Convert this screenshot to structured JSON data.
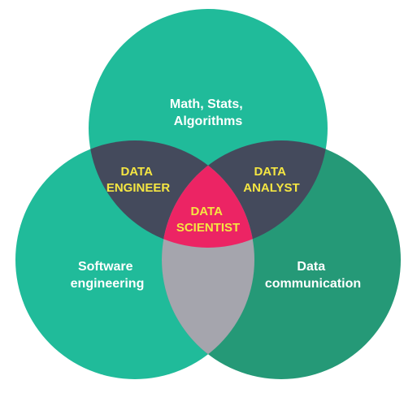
{
  "diagram": {
    "circles": {
      "top": {
        "label_lines": [
          "Math, Stats,",
          "Algorithms"
        ],
        "color": "#20bb9a"
      },
      "left": {
        "label_lines": [
          "Software",
          "engineering"
        ],
        "color": "#20bb9a"
      },
      "right": {
        "label_lines": [
          "Data",
          "communication"
        ],
        "color": "#259977"
      }
    },
    "overlaps": {
      "top_left": {
        "label_lines": [
          "DATA",
          "ENGINEER"
        ],
        "color": "#444a5c"
      },
      "top_right": {
        "label_lines": [
          "DATA",
          "ANALYST"
        ],
        "color": "#444a5c"
      },
      "left_right": {
        "color": "#a5a5ad"
      },
      "center": {
        "label_lines": [
          "DATA",
          "SCIENTIST"
        ],
        "color": "#ec2464"
      }
    },
    "label_colors": {
      "circle_text": "#ffffff",
      "overlap_text": "#f5e642"
    }
  }
}
